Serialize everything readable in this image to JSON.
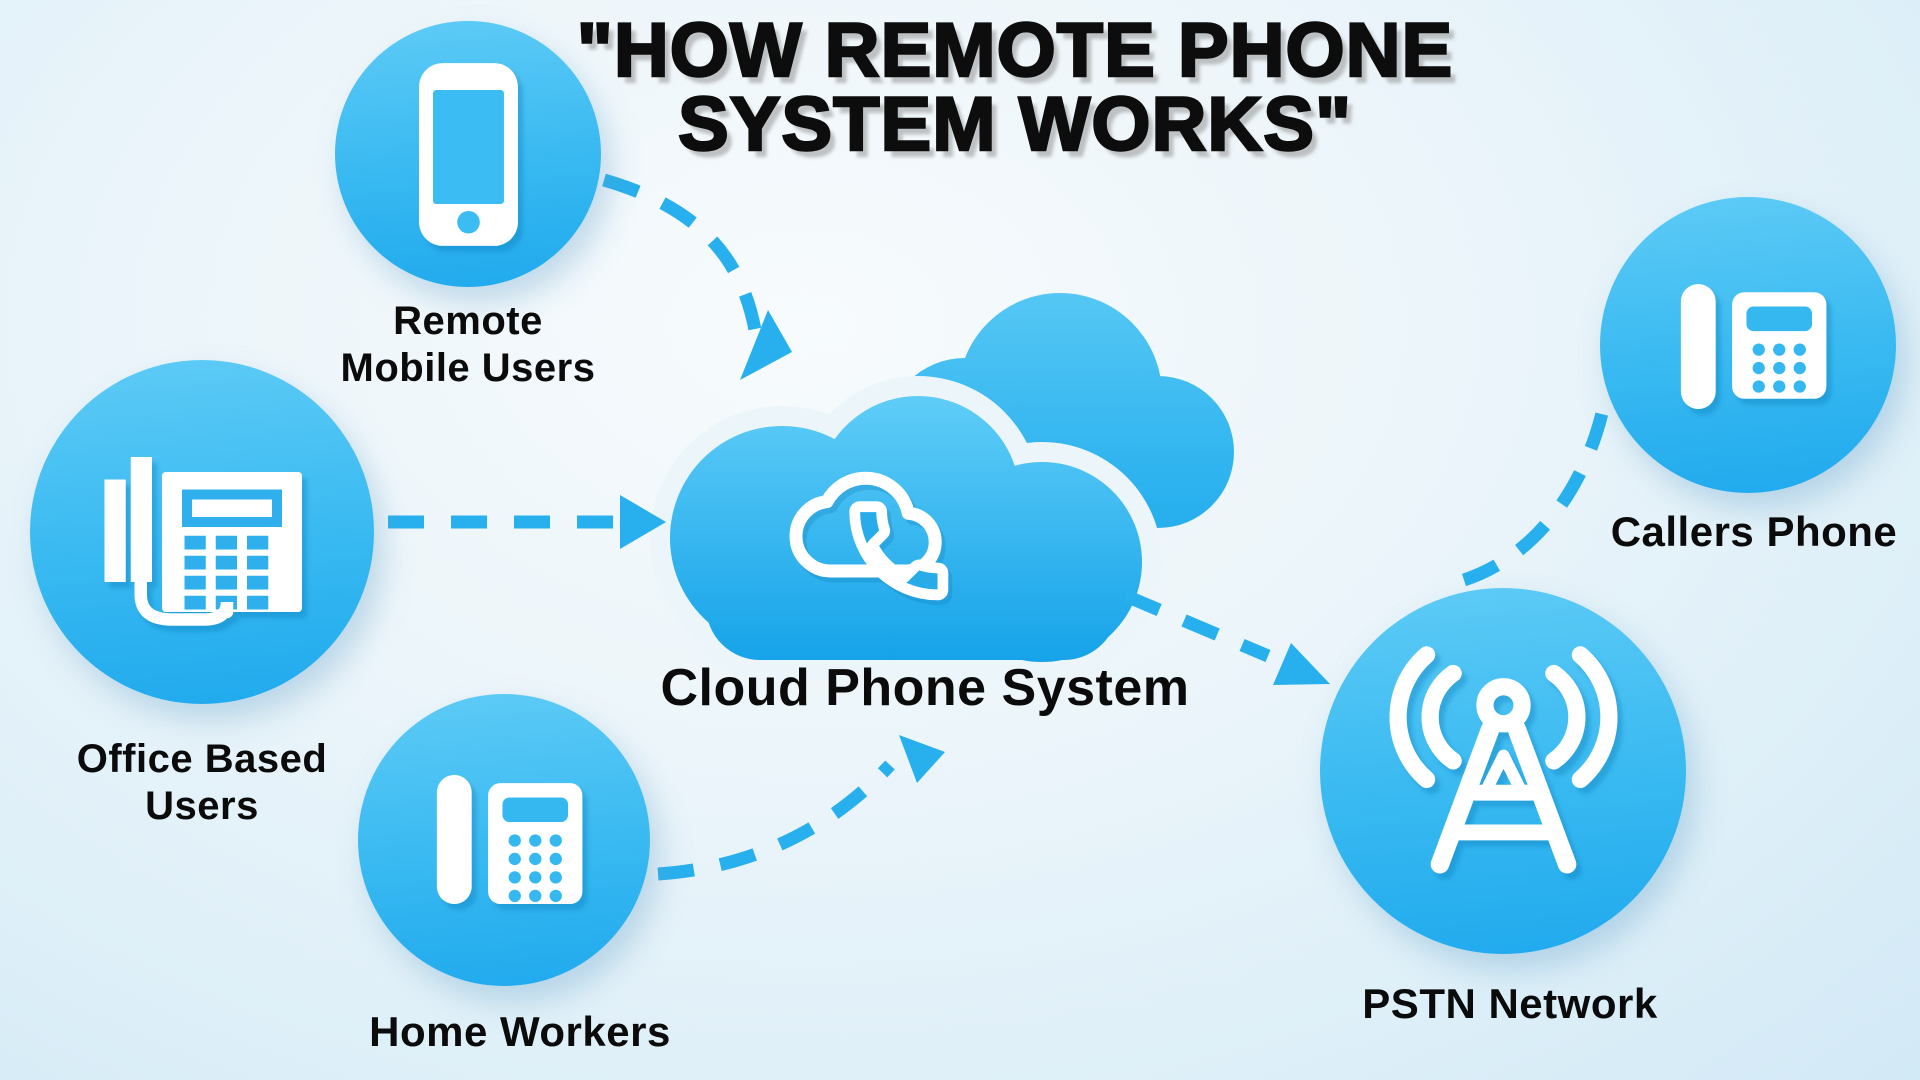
{
  "title": {
    "line1": "\"HOW REMOTE PHONE",
    "line2": "SYSTEM WORKS\""
  },
  "nodes": {
    "remote_mobile": {
      "label_line1": "Remote",
      "label_line2": "Mobile Users",
      "icon": "smartphone-icon"
    },
    "office_based": {
      "label_line1": "Office Based",
      "label_line2": "Users",
      "icon": "office-phone-icon"
    },
    "home_workers": {
      "label": "Home Workers",
      "icon": "desk-phone-icon"
    },
    "cloud": {
      "label": "Cloud Phone System",
      "icon": "cloud-phone-icon"
    },
    "pstn": {
      "label": "PSTN Network",
      "icon": "antenna-tower-icon"
    },
    "callers": {
      "label": "Callers Phone",
      "icon": "desk-phone-icon"
    }
  },
  "connections": [
    {
      "from": "remote_mobile",
      "to": "cloud",
      "style": "dashed-arrow"
    },
    {
      "from": "office_based",
      "to": "cloud",
      "style": "dashed-arrow"
    },
    {
      "from": "home_workers",
      "to": "cloud",
      "style": "dashed-arrow"
    },
    {
      "from": "cloud",
      "to": "pstn",
      "style": "dashed-arrow"
    },
    {
      "from": "pstn",
      "to": "callers",
      "style": "dashed-line"
    }
  ],
  "colors": {
    "arrow_accent": "#28b0ee",
    "circle_gradient_top": "#5ecbf6",
    "circle_gradient_bottom": "#1fa9ed",
    "cloud_gradient_top": "#5fcdf7",
    "cloud_gradient_bottom": "#16a3e9",
    "icon_fill": "#ffffff",
    "icon_detail_blue": "#35b7f0",
    "background": "#e8f3fa",
    "title_text": "#0d0d0d"
  }
}
